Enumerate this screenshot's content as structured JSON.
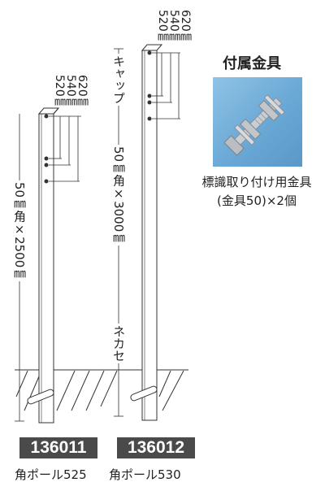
{
  "pole_a": {
    "dim_label": "50㎜角×2500㎜",
    "hole_dims": [
      "520㎜",
      "540㎜",
      "620㎜"
    ],
    "code": "136011",
    "name": "角ポール525"
  },
  "pole_b": {
    "dim_label": "50㎜角×3000㎜",
    "hole_dims": [
      "520㎜",
      "540㎜",
      "620㎜"
    ],
    "cap_label": "キャップ",
    "bottom_label": "ネカセ",
    "code": "136012",
    "name": "角ポール530"
  },
  "accessory": {
    "title": "付属金具",
    "line1": "標識取り付け用金具",
    "line2": "(金具50)×2個",
    "photo_icon": "bolt-photo"
  }
}
